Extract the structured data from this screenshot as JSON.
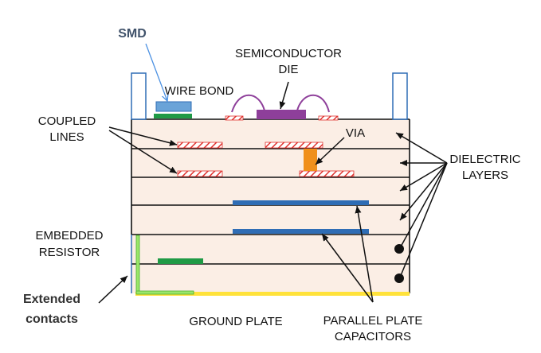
{
  "labels": {
    "smd": "SMD",
    "semiconductor_line1": "SEMICONDUCTOR",
    "semiconductor_line2": "DIE",
    "wire_bond": "WIRE BOND",
    "coupled_line1": "COUPLED",
    "coupled_line2": "LINES",
    "via": "VIA",
    "dielectric_line1": "DIELECTRIC",
    "dielectric_line2": "LAYERS",
    "embedded_line1": "EMBEDDED",
    "embedded_line2": "RESISTOR",
    "extended_line1": "Extended",
    "extended_line2": "contacts",
    "ground_plate": "GROUND PLATE",
    "parallel_line1": "PARALLEL PLATE",
    "parallel_line2": "CAPACITORS"
  },
  "colors": {
    "dielectric_fill": "#fbeee5",
    "layer_line": "#111111",
    "conductor_hatch": "#e0332f",
    "die": "#8e3f9a",
    "wire": "#8e3f9a",
    "smd_body": "#6aa3d8",
    "green_pad": "#1f9a45",
    "capacitor_plate": "#2f6db5",
    "via": "#f0901c",
    "resistor": "#9ae66a",
    "ground_plate": "#ffe23a",
    "smd_label": "#41536b",
    "smd_pointer": "#4a90e2",
    "extended_label": "#333333"
  }
}
